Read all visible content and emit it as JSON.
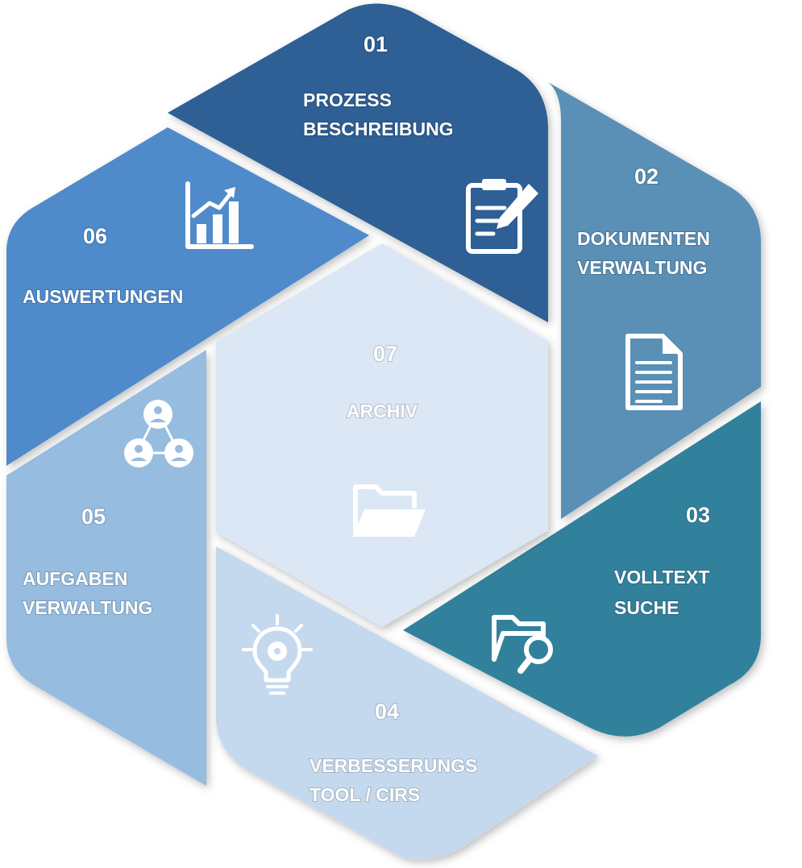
{
  "segments": [
    {
      "id": "s01",
      "number": "01",
      "title": [
        "PROZESS",
        "BESCHREIBUNG"
      ],
      "color": "#2d5f95",
      "icon": "clipboard-pen-icon"
    },
    {
      "id": "s02",
      "number": "02",
      "title": [
        "DOKUMENTEN",
        "VERWALTUNG"
      ],
      "color": "#5a8fb6",
      "icon": "document-icon"
    },
    {
      "id": "s03",
      "number": "03",
      "title": [
        "VOLLTEXT",
        "SUCHE"
      ],
      "color": "#33819c",
      "icon": "folder-search-icon"
    },
    {
      "id": "s04",
      "number": "04",
      "title": [
        "VERBESSERUNGS",
        "TOOL / CIRS"
      ],
      "color": "#c5d9ee",
      "icon": "lightbulb-gear-icon"
    },
    {
      "id": "s05",
      "number": "05",
      "title": [
        "AUFGABEN",
        "VERWALTUNG"
      ],
      "color": "#96bce0",
      "icon": "people-network-icon"
    },
    {
      "id": "s06",
      "number": "06",
      "title": [
        "AUSWERTUNGEN"
      ],
      "color": "#4f8bcb",
      "icon": "bar-chart-growth-icon"
    }
  ],
  "center": {
    "number": "07",
    "title": [
      "ARCHIV"
    ],
    "color": "#dbe7f5",
    "icon": "folder-open-icon"
  }
}
